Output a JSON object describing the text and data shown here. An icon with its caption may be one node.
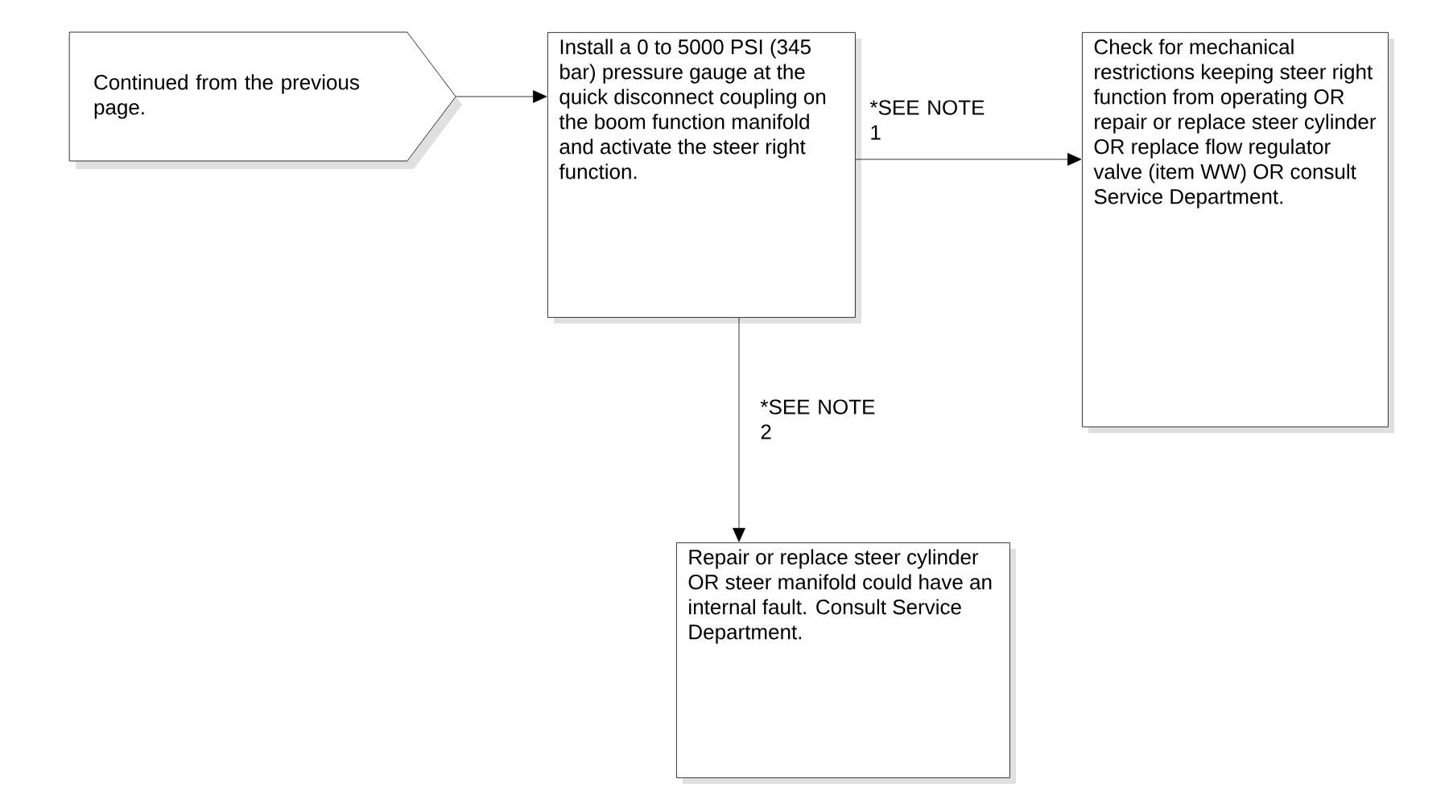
{
  "diagram": {
    "nodes": [
      {
        "text": [
          "Continued from the previous page."
        ]
      },
      {
        "text": [
          "Install a 0 to 5000 PSI (345 bar) pressure gauge at the quick disconnect coupling on the boom function manifold and activate the steer right function."
        ]
      },
      {
        "text": [
          "Check for mechanical restrictions keeping steer right function from operating OR repair or replace steer cylinder OR replace flow regulator valve (item WW) OR consult Service Department."
        ]
      },
      {
        "text": [
          "Repair or replace steer cylinder OR steer manifold could have an internal fault. Consult Service Department."
        ]
      }
    ],
    "edges": [
      {
        "from": 0,
        "to": 1,
        "arrow": "to"
      },
      {
        "from": 1,
        "to": 2,
        "arrow": "to",
        "label": "*SEE NOTE 1"
      },
      {
        "from": 1,
        "to": 3,
        "arrow": "to",
        "label": "*SEE NOTE 2"
      }
    ]
  }
}
